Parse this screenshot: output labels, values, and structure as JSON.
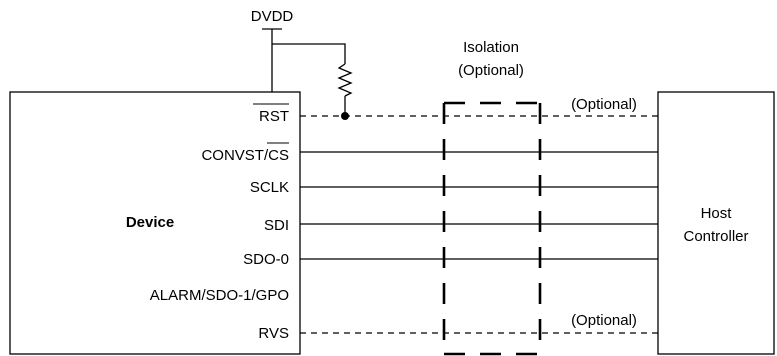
{
  "supply": {
    "label": "DVDD"
  },
  "isolation": {
    "title": "Isolation",
    "subtitle": "(Optional)"
  },
  "device": {
    "name": "Device",
    "pins": [
      {
        "label": "RST",
        "overline": true,
        "connection": "dashed",
        "note": "(Optional)"
      },
      {
        "label": "CONVST/",
        "overline_suffix": "CS",
        "connection": "solid"
      },
      {
        "label": "SCLK",
        "connection": "solid"
      },
      {
        "label": "SDI",
        "connection": "solid"
      },
      {
        "label": "SDO-0",
        "connection": "solid"
      },
      {
        "label": "ALARM/SDO-1/GPO",
        "connection": "none"
      },
      {
        "label": "RVS",
        "connection": "dashed",
        "note": "(Optional)"
      }
    ]
  },
  "host": {
    "line1": "Host",
    "line2": "Controller"
  }
}
